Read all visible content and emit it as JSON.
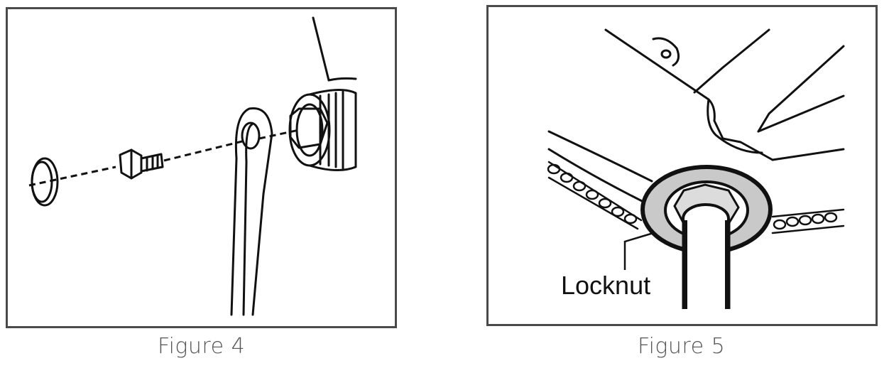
{
  "figures": [
    {
      "caption": "Figure 4"
    },
    {
      "caption": "Figure 5",
      "callout_label": "Locknut"
    }
  ]
}
